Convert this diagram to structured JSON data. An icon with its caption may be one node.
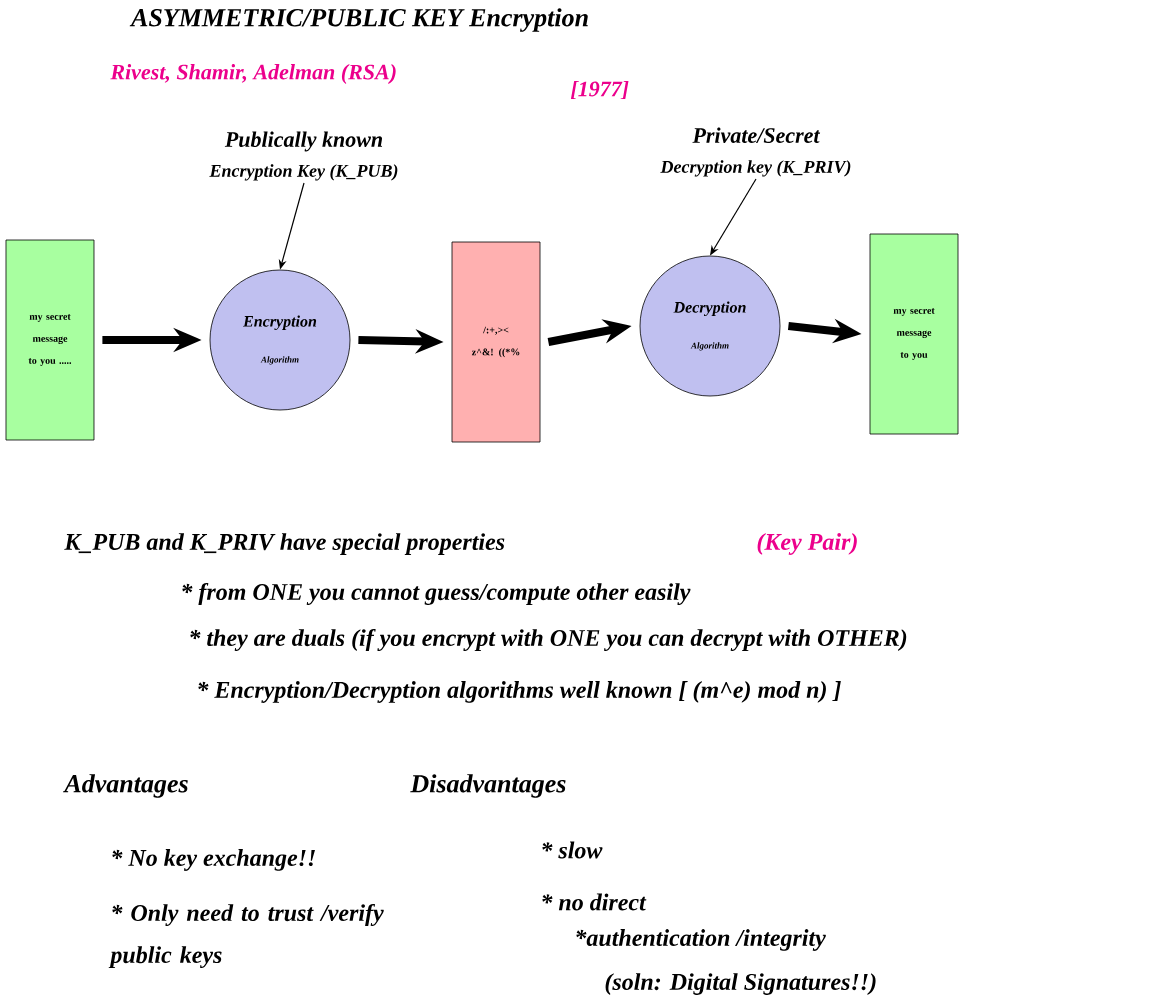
{
  "diagram": {
    "title": "ASYMMETRIC/PUBLIC  KEY   Encryption",
    "nodes": [
      {
        "text": [
          "my secret message to you ....."
        ]
      },
      {
        "text": [
          "Encryption",
          "Algorithm"
        ]
      },
      {
        "text": [
          "/:+,>< z^&! ((*%"
        ]
      },
      {
        "text": [
          "Decryption",
          "Algorithm"
        ]
      },
      {
        "text": [
          "my secret message to you"
        ]
      },
      {
        "text": [
          "Publically known",
          "Encryption Key (K_PUB)"
        ]
      },
      {
        "text": [
          "Private/Secret",
          "Decryption key (K_PRIV)"
        ]
      }
    ],
    "edges": [
      {
        "from": 0,
        "to": 1,
        "arrow": "to"
      },
      {
        "from": 1,
        "to": 2,
        "arrow": "to"
      },
      {
        "from": 2,
        "to": 3,
        "arrow": "to"
      },
      {
        "from": 3,
        "to": 4,
        "arrow": "to"
      },
      {
        "from": 5,
        "to": 1,
        "arrow": "to"
      },
      {
        "from": 6,
        "to": 3,
        "arrow": "to"
      }
    ],
    "labels": [
      "Rivest, Shamir, Adelman  (RSA)",
      "[1977]",
      "K_PUB  and K_PRIV   have special properties",
      "(Key Pair)",
      "* from ONE you cannot guess/compute other easily",
      "* they are duals (if  you encrypt with ONE you can decrypt with OTHER)",
      "*  Encryption/Decryption algorithms well known [ (m^e) mod n) ]",
      "Advantages",
      "Disadvantages",
      "* No key exchange!!",
      "* slow",
      "* Only  need to trust /verify public keys",
      "* no direct",
      "*authentication   /integrity",
      "(soln: Digital Signatures!!)"
    ]
  }
}
